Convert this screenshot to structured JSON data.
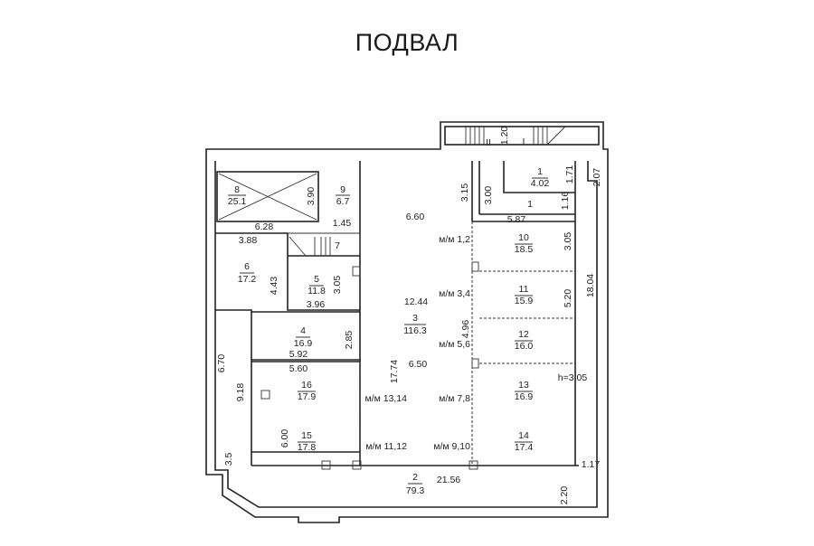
{
  "title": "ПОДВАЛ",
  "rooms": {
    "r1": {
      "num": "1",
      "area": "4.02"
    },
    "r1b": {
      "num": "1"
    },
    "r2": {
      "num": "2",
      "area": "79.3"
    },
    "r3": {
      "num": "3",
      "area": "116.3"
    },
    "r4": {
      "num": "4",
      "area": "16.9"
    },
    "r5": {
      "num": "5",
      "area": "11.8"
    },
    "r6": {
      "num": "6",
      "area": "17.2"
    },
    "r7": {
      "num": "7"
    },
    "r8": {
      "num": "8",
      "area": "25.1"
    },
    "r9": {
      "num": "9",
      "area": "6.7"
    },
    "r10": {
      "num": "10",
      "area": "18.5"
    },
    "r11": {
      "num": "11",
      "area": "15.9"
    },
    "r12": {
      "num": "12",
      "area": "16.0"
    },
    "r13": {
      "num": "13",
      "area": "16.9"
    },
    "r14": {
      "num": "14",
      "area": "17.4"
    },
    "r15": {
      "num": "15",
      "area": "17.8"
    },
    "r16": {
      "num": "16",
      "area": "17.9"
    }
  },
  "dims": {
    "d3_90": "3.90",
    "d6_28": "6.28",
    "d1_45": "1.45",
    "d3_88": "3.88",
    "d4_43": "4.43",
    "d3_05a": "3.05",
    "d3_96": "3.96",
    "d6_60": "6.60",
    "d3_15": "3.15",
    "d3_00": "3.00",
    "d1_20": "1.20",
    "d1_71": "1.71",
    "d1_16": "1.16",
    "d2_07": "2.07",
    "d5_87": "5.87",
    "d3_05b": "3.05",
    "d12_44": "12.44",
    "d5_20": "5.20",
    "d18_04": "18.04",
    "d4_96": "4.96",
    "d2_85": "2.85",
    "d5_92": "5.92",
    "d5_60": "5.60",
    "d6_70": "6.70",
    "d9_18": "9.18",
    "d17_74": "17.74",
    "d6_50": "6.50",
    "d6_00": "6.00",
    "d3_5": "3.5",
    "d21_56": "21.56",
    "d1_17": "1.17",
    "d2_20": "2.20",
    "h": "h=3.05",
    "stairII": "II",
    "stairI": "I"
  },
  "parking": [
    "м/м 1,2",
    "м/м 3,4",
    "м/м 5,6",
    "м/м 7,8",
    "м/м 9,10",
    "м/м 13,14",
    "м/м 11,12"
  ]
}
